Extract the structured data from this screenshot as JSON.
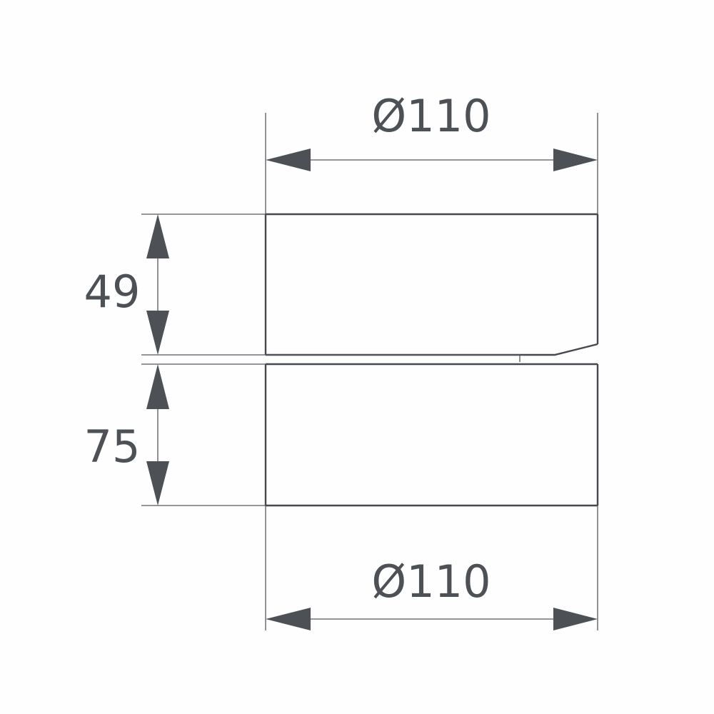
{
  "drawing": {
    "top_diameter": "Ø110",
    "bottom_diameter": "Ø110",
    "upper_height": "49",
    "lower_height": "75"
  },
  "colors": {
    "line": "#45494e",
    "text": "#4d5156",
    "background": "#fefefe"
  }
}
